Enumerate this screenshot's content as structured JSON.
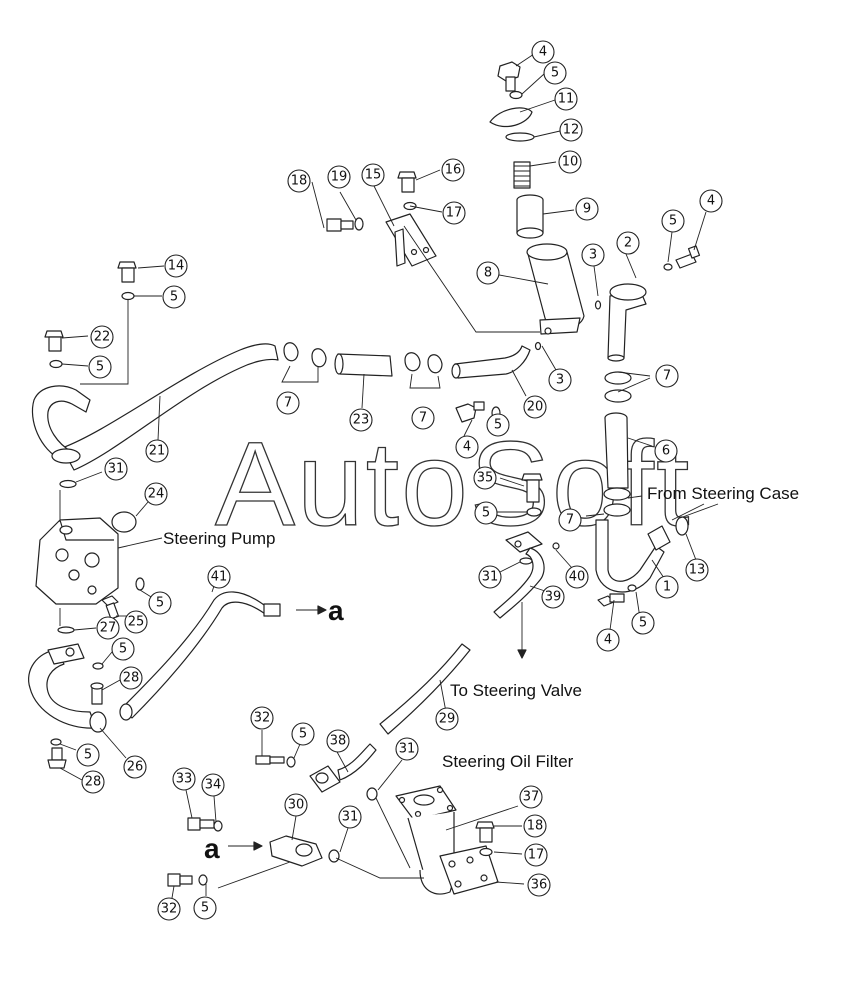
{
  "diagram": {
    "watermark": "AutoSoft",
    "labels": {
      "steering_pump": "Steering Pump",
      "from_steering_case": "From Steering Case",
      "to_steering_valve": "To Steering Valve",
      "steering_oil_filter": "Steering Oil Filter",
      "marker_a_right": "a",
      "marker_a_left": "a"
    },
    "callouts": [
      {
        "id": "c-4-top",
        "n": "4"
      },
      {
        "id": "c-5-top",
        "n": "5"
      },
      {
        "id": "c-11",
        "n": "11"
      },
      {
        "id": "c-12",
        "n": "12"
      },
      {
        "id": "c-10",
        "n": "10"
      },
      {
        "id": "c-9",
        "n": "9"
      },
      {
        "id": "c-18-top",
        "n": "18"
      },
      {
        "id": "c-19",
        "n": "19"
      },
      {
        "id": "c-15",
        "n": "15"
      },
      {
        "id": "c-16",
        "n": "16"
      },
      {
        "id": "c-17-top",
        "n": "17"
      },
      {
        "id": "c-14",
        "n": "14"
      },
      {
        "id": "c-5-b",
        "n": "5"
      },
      {
        "id": "c-22",
        "n": "22"
      },
      {
        "id": "c-5-c",
        "n": "5"
      },
      {
        "id": "c-8",
        "n": "8"
      },
      {
        "id": "c-3-a",
        "n": "3"
      },
      {
        "id": "c-2",
        "n": "2"
      },
      {
        "id": "c-5-d",
        "n": "5"
      },
      {
        "id": "c-4-b",
        "n": "4"
      },
      {
        "id": "c-7-a",
        "n": "7"
      },
      {
        "id": "c-23",
        "n": "23"
      },
      {
        "id": "c-7-b",
        "n": "7"
      },
      {
        "id": "c-20",
        "n": "20"
      },
      {
        "id": "c-3-b",
        "n": "3"
      },
      {
        "id": "c-7-c",
        "n": "7"
      },
      {
        "id": "c-21",
        "n": "21"
      },
      {
        "id": "c-4-c",
        "n": "4"
      },
      {
        "id": "c-5-e",
        "n": "5"
      },
      {
        "id": "c-6",
        "n": "6"
      },
      {
        "id": "c-31-a",
        "n": "31"
      },
      {
        "id": "c-24",
        "n": "24"
      },
      {
        "id": "c-35",
        "n": "35"
      },
      {
        "id": "c-5-f",
        "n": "5"
      },
      {
        "id": "c-7-d",
        "n": "7"
      },
      {
        "id": "c-13",
        "n": "13"
      },
      {
        "id": "c-1",
        "n": "1"
      },
      {
        "id": "c-31-b",
        "n": "31"
      },
      {
        "id": "c-40",
        "n": "40"
      },
      {
        "id": "c-39",
        "n": "39"
      },
      {
        "id": "c-5-g",
        "n": "5"
      },
      {
        "id": "c-25",
        "n": "25"
      },
      {
        "id": "c-41",
        "n": "41"
      },
      {
        "id": "c-27",
        "n": "27"
      },
      {
        "id": "c-5-h",
        "n": "5"
      },
      {
        "id": "c-28-a",
        "n": "28"
      },
      {
        "id": "c-4-d",
        "n": "4"
      },
      {
        "id": "c-5-i",
        "n": "5"
      },
      {
        "id": "c-29",
        "n": "29"
      },
      {
        "id": "c-5-j",
        "n": "5"
      },
      {
        "id": "c-26",
        "n": "26"
      },
      {
        "id": "c-28-b",
        "n": "28"
      },
      {
        "id": "c-32-a",
        "n": "32"
      },
      {
        "id": "c-5-k",
        "n": "5"
      },
      {
        "id": "c-38",
        "n": "38"
      },
      {
        "id": "c-31-c",
        "n": "31"
      },
      {
        "id": "c-37",
        "n": "37"
      },
      {
        "id": "c-33",
        "n": "33"
      },
      {
        "id": "c-34",
        "n": "34"
      },
      {
        "id": "c-30",
        "n": "30"
      },
      {
        "id": "c-31-d",
        "n": "31"
      },
      {
        "id": "c-18-b",
        "n": "18"
      },
      {
        "id": "c-17-b",
        "n": "17"
      },
      {
        "id": "c-36",
        "n": "36"
      },
      {
        "id": "c-32-b",
        "n": "32"
      },
      {
        "id": "c-5-l",
        "n": "5"
      }
    ]
  }
}
